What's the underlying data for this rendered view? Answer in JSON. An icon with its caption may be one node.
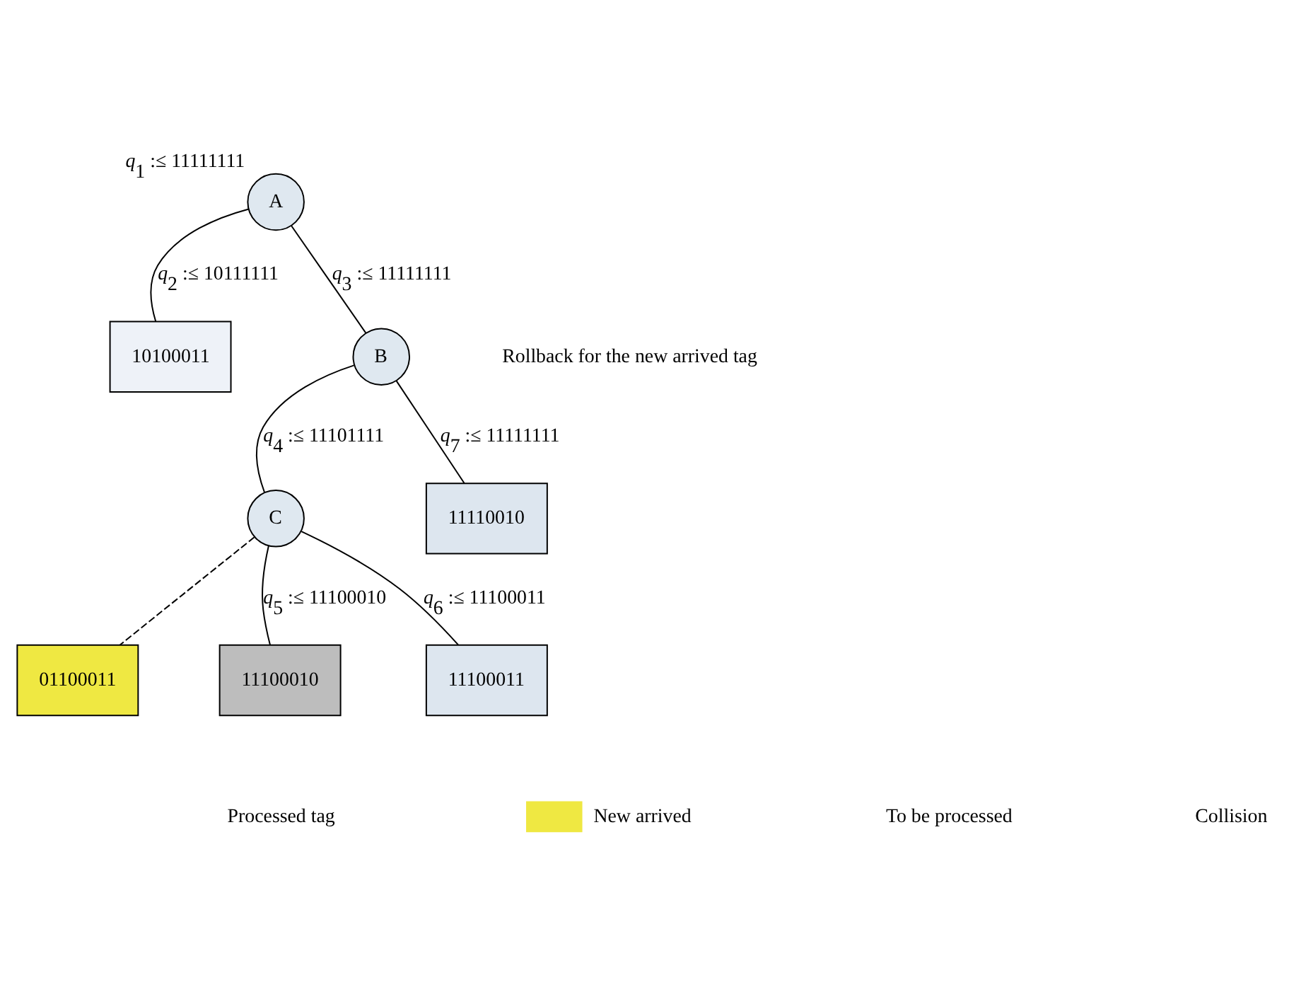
{
  "diagram": {
    "nodes": [
      {
        "text": [
          "A"
        ],
        "beside": [
          "*q*$_{1}$ :≤ 11111111"
        ]
      },
      {
        "text": [
          "B"
        ]
      },
      {
        "text": [
          "C"
        ]
      },
      {
        "text": [
          "10100011"
        ]
      },
      {
        "text": [
          "11110010"
        ]
      },
      {
        "text": [
          "01100011"
        ]
      },
      {
        "text": [
          "11100010"
        ]
      },
      {
        "text": [
          "11100011"
        ]
      }
    ],
    "edges": [
      {
        "from": 0,
        "to": 3,
        "arrow": "none",
        "label": "*q*$_{2}$ :≤ 10111111"
      },
      {
        "from": 0,
        "to": 1,
        "arrow": "none",
        "label": "*q*$_{3}$ :≤ 11111111"
      },
      {
        "from": 1,
        "to": 2,
        "arrow": "none",
        "label": "*q*$_{4}$ :≤ 11101111"
      },
      {
        "from": 1,
        "to": 4,
        "arrow": "none",
        "label": "*q*$_{7}$ :≤ 11111111"
      },
      {
        "from": 2,
        "to": 5,
        "arrow": "none",
        "style": "dashed"
      },
      {
        "from": 2,
        "to": 6,
        "arrow": "none",
        "label": "*q*$_{5}$ :≤ 11100010"
      },
      {
        "from": 2,
        "to": 7,
        "arrow": "none",
        "label": "*q*$_{6}$ :≤ 11100011"
      }
    ],
    "labels": [
      "Rollback for the new arrived tag"
    ],
    "legend": [
      {
        "text": "Processed tag"
      },
      {
        "text": "New arrived",
        "color": "#efe842"
      },
      {
        "text": "To be processed"
      },
      {
        "text": "Collision"
      }
    ]
  }
}
